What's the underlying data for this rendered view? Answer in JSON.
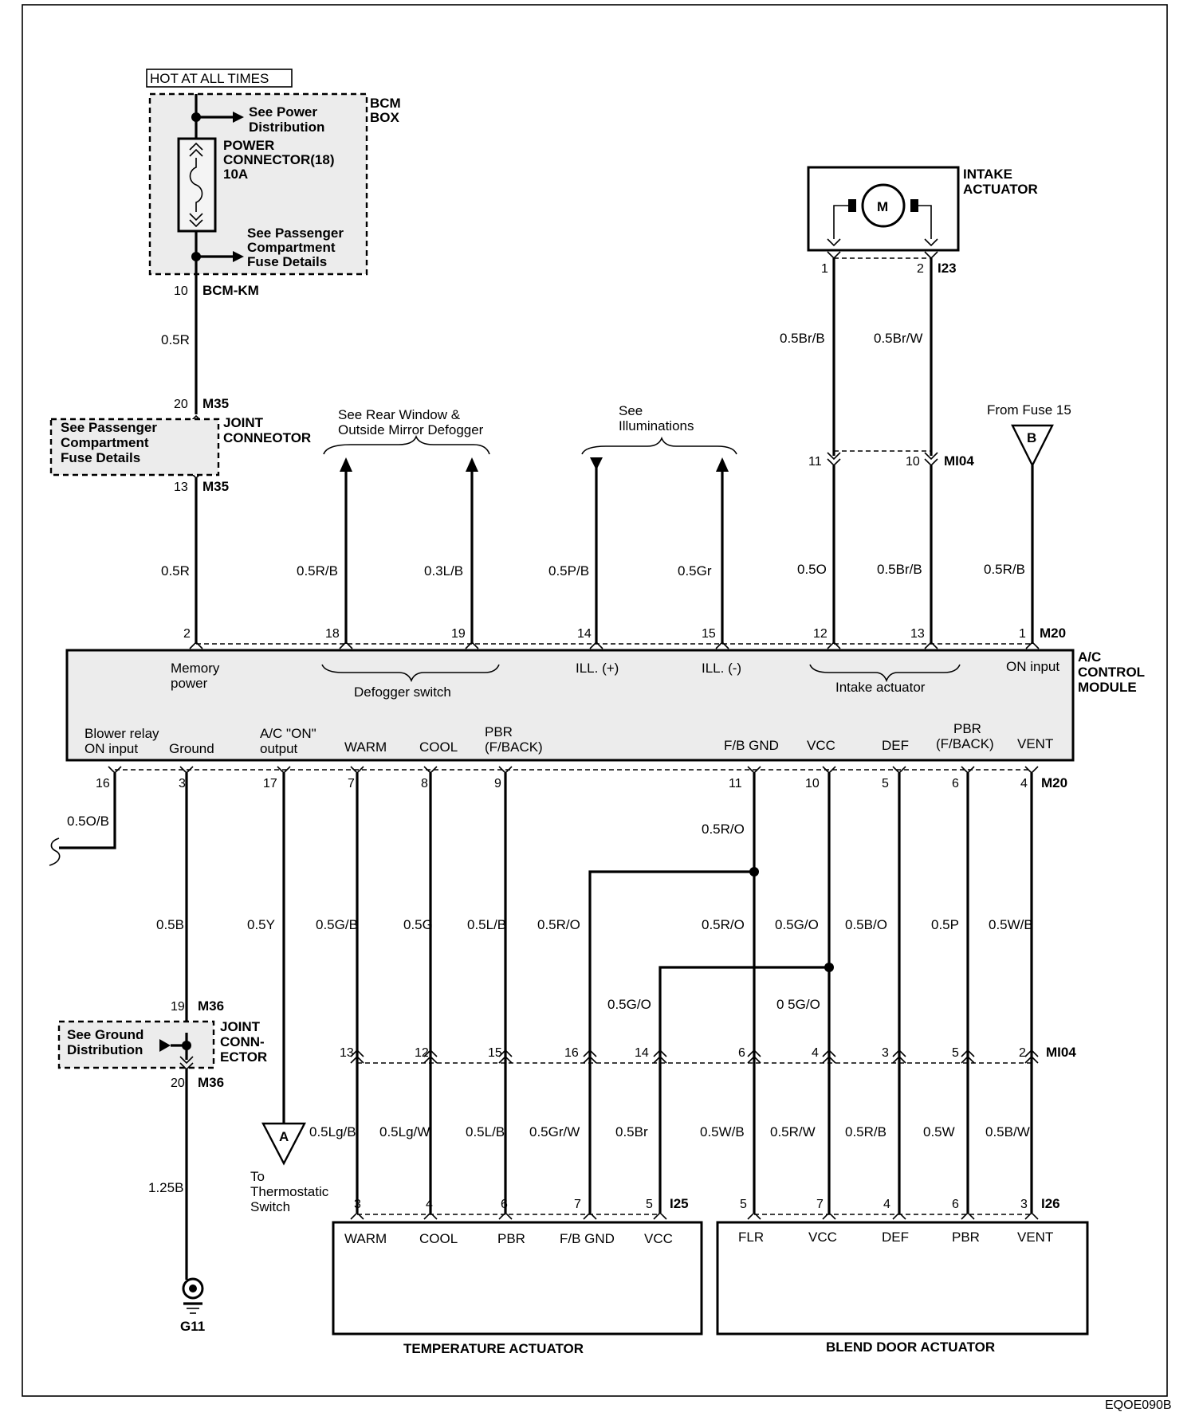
{
  "power": {
    "hot": "HOT AT ALL TIMES",
    "bcm_box": [
      "BCM",
      "BOX"
    ],
    "see_power": [
      "See Power",
      "Distribution"
    ],
    "connector": [
      "POWER",
      "CONNECTOR(18)",
      "10A"
    ],
    "see_pass": [
      "See Passenger",
      "Compartment",
      "Fuse Details"
    ],
    "pin_bcm": "10",
    "bcm_km": "BCM-KM",
    "wire_a": "0.5R",
    "pin_m35_top": "20",
    "m35_a": "M35",
    "joint": [
      "JOINT",
      "CONNEOTOR"
    ],
    "see_pass_left": [
      "See Passenger",
      "Compartment",
      "Fuse Details"
    ],
    "pin_m35_bot": "13",
    "m35_b": "M35",
    "wire_b": "0.5R"
  },
  "defogger": {
    "note": [
      "See Rear Window &",
      "Outside Mirror Defogger"
    ],
    "wire1": "0.5R/B",
    "wire2": "0.3L/B",
    "pin1": "18",
    "pin2": "19",
    "label": "Defogger switch"
  },
  "illum": {
    "note": [
      "See",
      "Illuminations"
    ],
    "wire1": "0.5P/B",
    "wire2": "0.5Gr",
    "pin1": "14",
    "pin2": "15",
    "label1": "ILL. (+)",
    "label2": "ILL. (-)"
  },
  "intake": {
    "title": [
      "INTAKE",
      "ACTUATOR"
    ],
    "motor": "M",
    "pin1": "1",
    "pin2": "2",
    "conn": "I23",
    "wire1": "0.5Br/B",
    "wire2": "0.5Br/W",
    "pin_mi_1": "11",
    "pin_mi_2": "10",
    "mi04": "MI04",
    "wire3": "0.5O",
    "wire4": "0.5Br/B",
    "pin_m20_1": "12",
    "pin_m20_2": "13",
    "label": "Intake actuator"
  },
  "fuse15": {
    "note": "From Fuse 15",
    "letter": "B",
    "wire": "0.5R/B",
    "pin": "1",
    "conn": "M20",
    "label": "ON input"
  },
  "module": {
    "title": [
      "A/C",
      "CONTROL",
      "MODULE"
    ],
    "memory": [
      "Memory",
      "power"
    ],
    "pin_mem": "2",
    "bottom_labels": {
      "blower": [
        "Blower relay",
        "ON input"
      ],
      "ground": "Ground",
      "acon": [
        "A/C \"ON\"",
        "output"
      ],
      "warm": "WARM",
      "cool": "COOL",
      "pbr": [
        "PBR",
        "(F/BACK)"
      ],
      "fbgnd": "F/B GND",
      "vcc": "VCC",
      "def": "DEF",
      "pbr2": [
        "PBR",
        "(F/BACK)"
      ],
      "vent": "VENT"
    },
    "bottom_pins": [
      "16",
      "3",
      "17",
      "7",
      "8",
      "9",
      "11",
      "10",
      "5",
      "6",
      "4"
    ],
    "bottom_conn": "M20"
  },
  "lower": {
    "blower_wire": "0.5O/B",
    "w_ground": "0.5B",
    "w_acon": "0.5Y",
    "w_warm": "0.5G/B",
    "w_cool": "0.5G",
    "w_pbr": "0.5L/B",
    "w_fbgnd_branch": "0.5R/O",
    "w_fbgnd_top": "0.5R/O",
    "w_fbgnd": "0.5R/O",
    "w_vcc": "0.5G/O",
    "w_def": "0.5B/O",
    "w_pbr2": "0.5P",
    "w_vent": "0.5W/B",
    "w_vcc_branch": "0.5G/O",
    "w_vcc_low": "0 5G/O",
    "m36_top_pin": "19",
    "m36_a": "M36",
    "joint2": [
      "JOINT",
      "CONN-",
      "ECTOR"
    ],
    "see_ground": [
      "See Ground",
      "Distribution"
    ],
    "m36_bot_pin": "20",
    "m36_b": "M36",
    "w_g11": "1.25B",
    "g11": "G11",
    "thermo_letter": "A",
    "thermo_note": [
      "To",
      "Thermostatic",
      "Switch"
    ],
    "mi04_pins": [
      "13",
      "12",
      "15",
      "16",
      "14",
      "6",
      "4",
      "3",
      "5",
      "2"
    ],
    "mi04": "MI04",
    "w2": [
      "0.5Lg/B",
      "0.5Lg/W",
      "0.5L/B",
      "0.5Gr/W",
      "0.5Br",
      "0.5W/B",
      "0.5R/W",
      "0.5R/B",
      "0.5W",
      "0.5B/W"
    ]
  },
  "temp_act": {
    "pins": [
      "3",
      "4",
      "6",
      "7",
      "5"
    ],
    "conn": "I25",
    "labels": [
      "WARM",
      "COOL",
      "PBR",
      "F/B GND",
      "VCC"
    ],
    "title": "TEMPERATURE ACTUATOR"
  },
  "blend_act": {
    "pins": [
      "5",
      "7",
      "4",
      "6",
      "3"
    ],
    "conn": "I26",
    "labels": [
      "FLR",
      "VCC",
      "DEF",
      "PBR",
      "VENT"
    ],
    "title": "BLEND DOOR ACTUATOR"
  },
  "code": "EQOE090B"
}
